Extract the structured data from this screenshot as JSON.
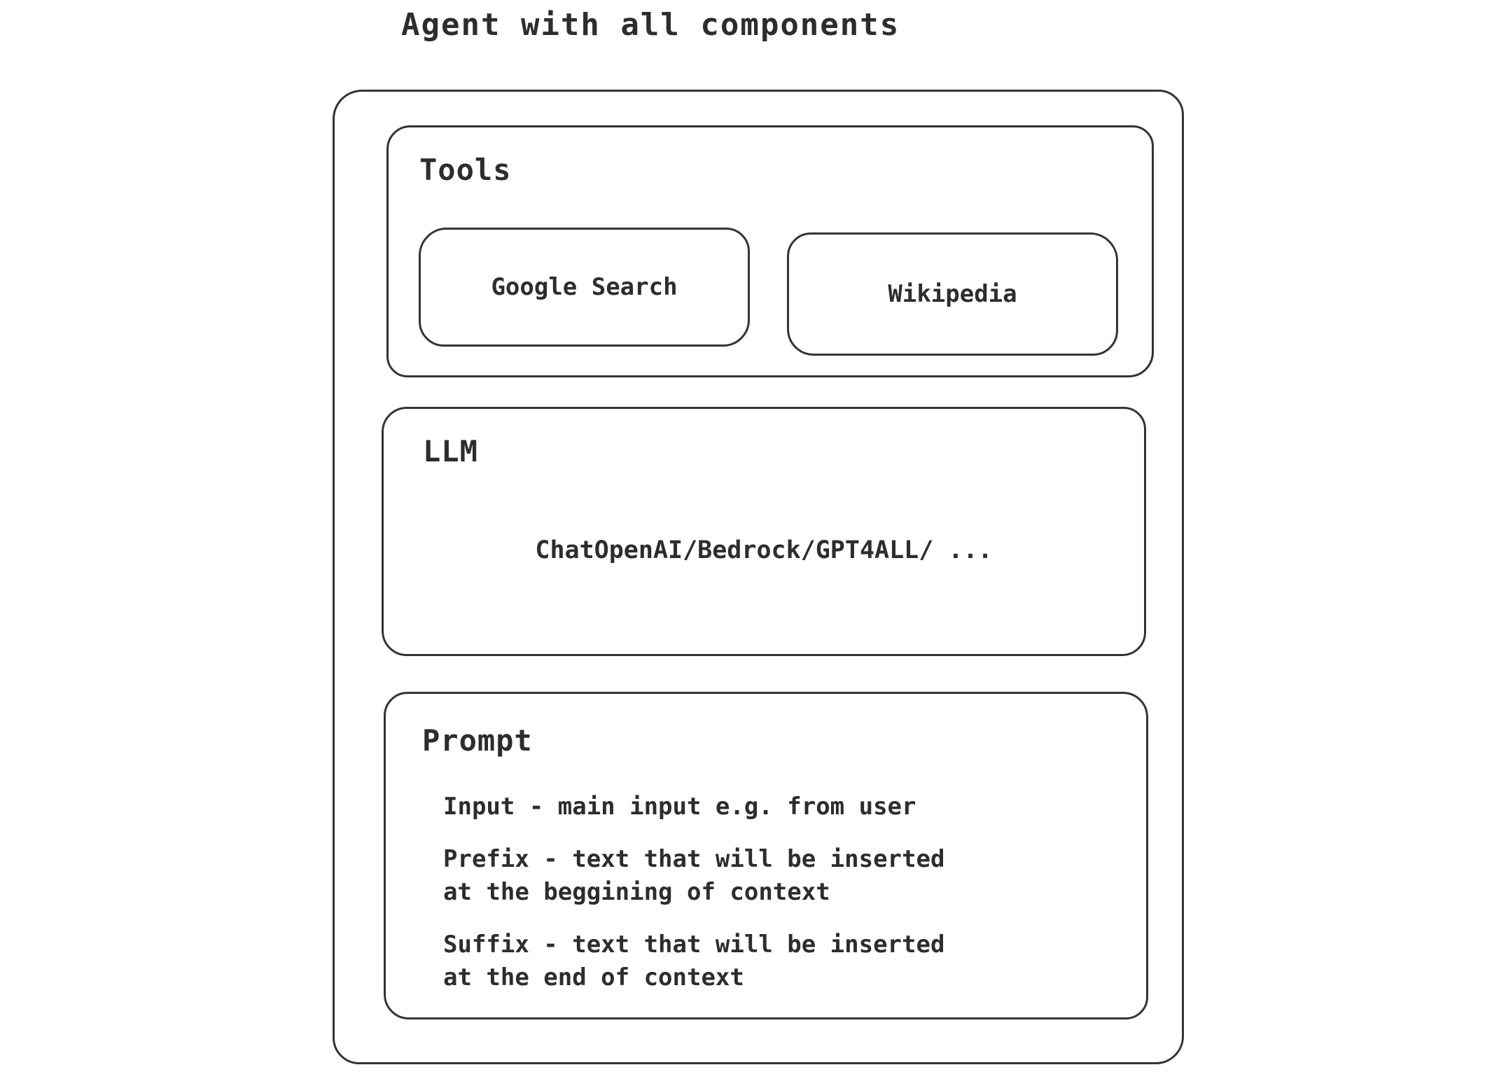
{
  "title": "Agent with all components",
  "diagram": {
    "tools": {
      "label": "Tools",
      "items": [
        {
          "label": "Google Search"
        },
        {
          "label": "Wikipedia"
        }
      ]
    },
    "llm": {
      "label": "LLM",
      "content": "ChatOpenAI/Bedrock/GPT4ALL/ ..."
    },
    "prompt": {
      "label": "Prompt",
      "items": [
        "Input - main input e.g. from user",
        "Prefix - text that will be inserted\nat the beggining of context",
        "Suffix - text that will be inserted\nat the end of context"
      ]
    }
  },
  "colors": {
    "stroke": "#343434",
    "text": "#2d2d2d",
    "background": "#ffffff"
  }
}
